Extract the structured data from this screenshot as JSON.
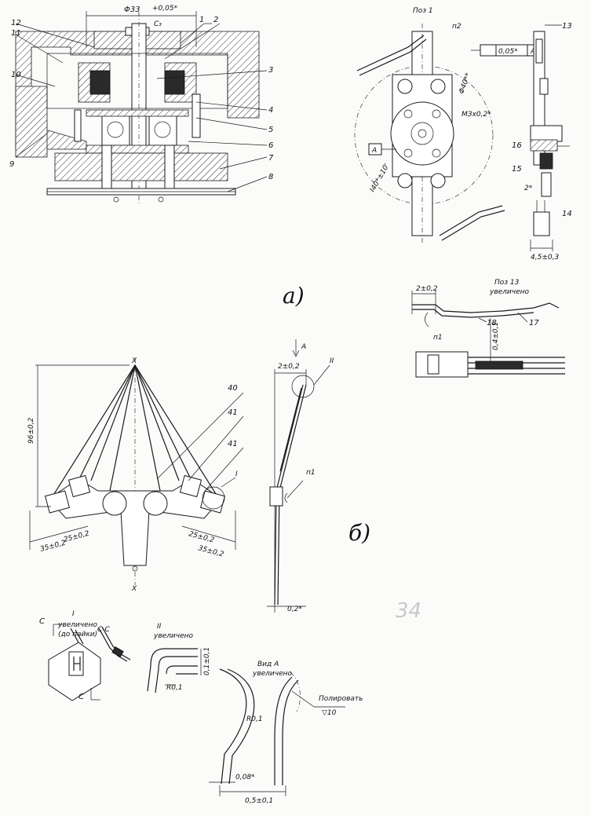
{
  "diagram": {
    "figure_labels": {
      "a": "а)",
      "b": "б)"
    },
    "top_dimension": {
      "main": "Φ33",
      "tol": "+0,05*",
      "sub": "C₃"
    },
    "part_numbers_left": [
      "12",
      "11",
      "10",
      "9"
    ],
    "part_numbers_right": [
      "1",
      "2",
      "3",
      "4",
      "5",
      "6",
      "7",
      "8"
    ],
    "poz1": {
      "title": "Поз 1",
      "p2": "п2",
      "tol_box": [
        "0,05*",
        "A"
      ],
      "datum": "A",
      "dims": [
        "Φ40**",
        "МЗх0,2*",
        "Ι40*±10'"
      ]
    },
    "side_view": {
      "numbers": [
        "13",
        "16",
        "15",
        "14"
      ],
      "dim": "2*",
      "bottom_dim": "4,5±0,3"
    },
    "poz13": {
      "title": "Поз 13",
      "subtitle": "увеличено",
      "dim": "2±0,2",
      "p1": "п1",
      "numbers": [
        "18",
        "17"
      ],
      "dim2": "0,4±0,1"
    },
    "spring": {
      "axis": "X",
      "height": "96±0,2",
      "numbers": [
        "40",
        "41",
        "41"
      ],
      "detail_mark": "I",
      "dims": [
        "25±0,2",
        "35±0,2",
        "25±0,2",
        "35±0,2"
      ]
    },
    "side_spring": {
      "arrow": "A",
      "dim_top": "2±0,2",
      "detail": "II",
      "p1": "п1",
      "dim_bottom": "0,2*"
    },
    "detail_I": {
      "mark": "I",
      "line1": "увеличено",
      "line2": "(до пайки)",
      "section": "С-С",
      "cut": "C"
    },
    "detail_II": {
      "mark": "II",
      "subtitle": "увеличено",
      "radius": "R0,1",
      "dim": "0,1±0,1"
    },
    "view_A": {
      "title": "Вид А",
      "subtitle": "увеличено",
      "polish": "Полировать",
      "finish": "▽10",
      "radius": "R0,1",
      "thickness": "0,08*",
      "width": "0,5±0,1"
    },
    "page_number": "34"
  }
}
